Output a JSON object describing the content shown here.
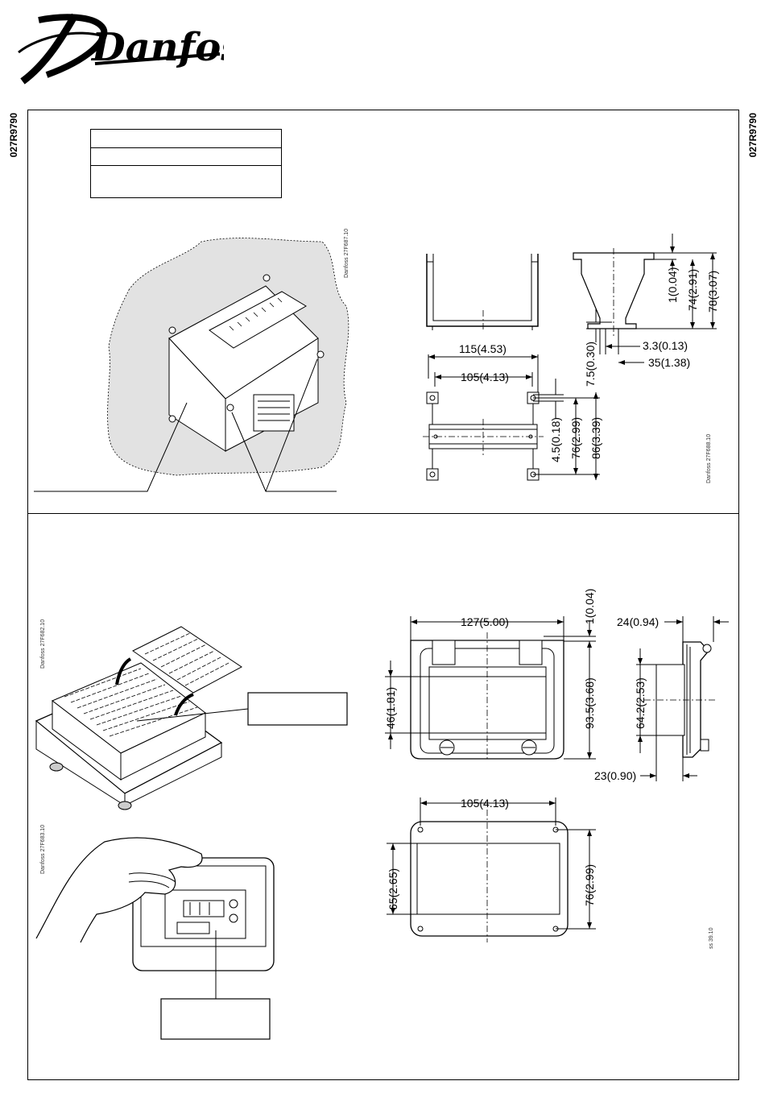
{
  "brand": {
    "logo_text": "Danfoss"
  },
  "doc_code": "027R9790",
  "section1": {
    "mount_refs": [
      "Danfoss 27F687.10",
      "Danfoss 27F688.10"
    ],
    "dims": {
      "w115": "115(4.53)",
      "w105": "105(4.13)",
      "h1": "1(0.04)",
      "h74": "74(2.91)",
      "h78": "78(3.07)",
      "d33": "3.3(0.13)",
      "d35": "35(1.38)",
      "d75": "7.5(0.30)",
      "d45": "4.5(0.18)",
      "d76": "76(2.99)",
      "d86": "86(3.39)"
    }
  },
  "section2": {
    "refs": [
      "Danfoss 27F682.10",
      "Danfoss 27F683.10",
      "ss 39.10"
    ],
    "dims": {
      "w127": "127(5.00)",
      "h1": "1(0.04)",
      "w24": "24(0.94)",
      "h46": "46(1.81)",
      "h935": "93.5(3.68)",
      "h642": "64.2(2.53)",
      "w23": "23(0.90)",
      "w105": "105(4.13)",
      "h65": "65(2.65)",
      "h76": "76(2.99)"
    }
  },
  "colors": {
    "line": "#000000",
    "hatch": "#d9d9d9",
    "paper": "#ffffff"
  }
}
